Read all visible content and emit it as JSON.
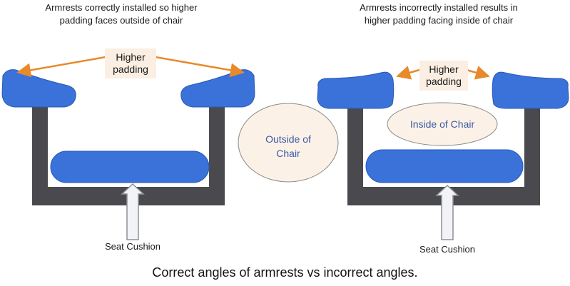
{
  "left_panel": {
    "title_line1": "Armrests correctly installed so higher",
    "title_line2": "padding faces outside of chair",
    "padding_label_line1": "Higher",
    "padding_label_line2": "padding",
    "seat_label": "Seat Cushion"
  },
  "middle": {
    "outside_line1": "Outside of",
    "outside_line2": "Chair"
  },
  "right_panel": {
    "title_line1": "Armrests  incorrectly installed results in",
    "title_line2": "higher padding facing inside of chair",
    "padding_label_line1": "Higher",
    "padding_label_line2": "padding",
    "inside_label": "Inside of Chair",
    "seat_label": "Seat Cushion"
  },
  "caption": "Correct angles of armrests vs incorrect angles.",
  "colors": {
    "pad_blue": "#3b72d9",
    "pad_edge": "#2a59b6",
    "frame": "#4a4a4e",
    "arrow_orange": "#e88a2c",
    "label_bg": "#fbeee2",
    "ellipse_fill": "#fbf1e7",
    "ellipse_text": "#3b5aa6"
  }
}
